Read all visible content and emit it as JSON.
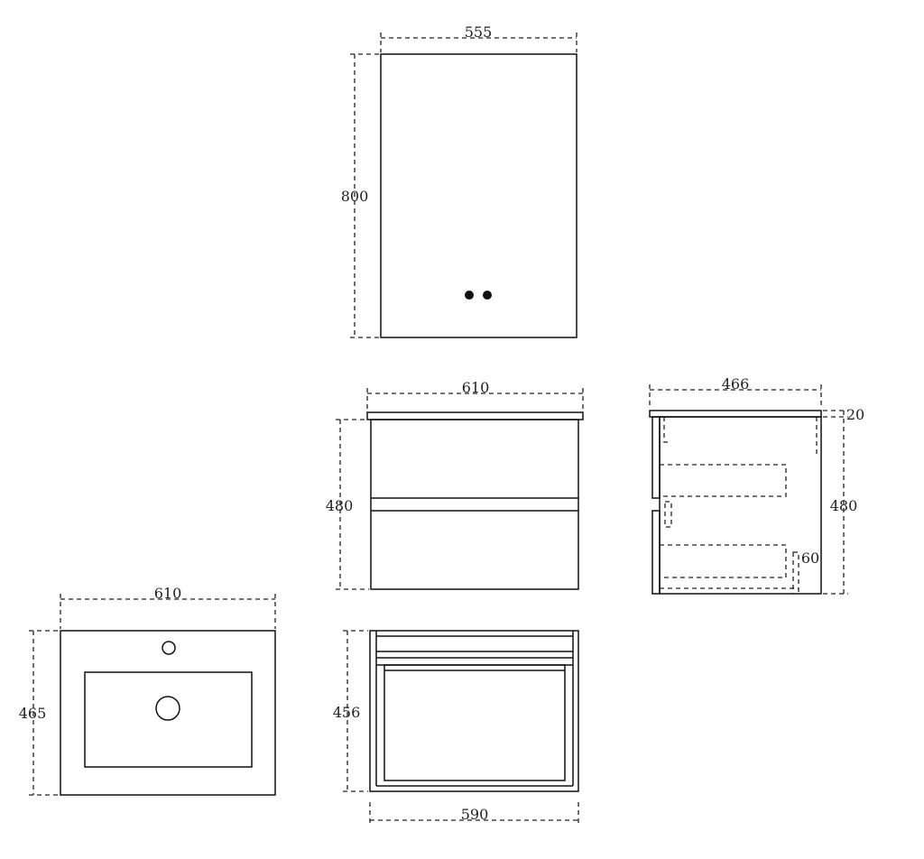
{
  "drawing": {
    "mirror": {
      "width": "555",
      "height": "800"
    },
    "vanity_front": {
      "width": "610",
      "height": "480"
    },
    "vanity_side": {
      "depth": "466",
      "height": "480",
      "top_thickness": "20",
      "kick": "60"
    },
    "basin_top": {
      "width": "610",
      "depth": "465"
    },
    "vanity_plan": {
      "depth": "456",
      "width": "590"
    }
  }
}
